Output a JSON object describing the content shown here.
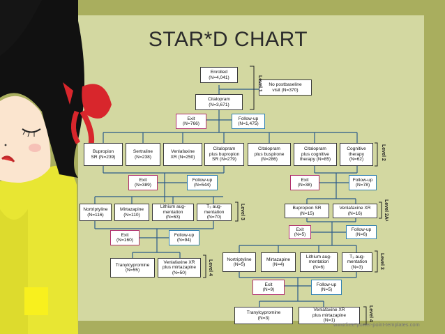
{
  "title": "STAR*D CHART",
  "footer": "www.free-power-point-templates.com",
  "nodes": {
    "enrolled": {
      "l1": "Enrolled",
      "l2": "(N=4,041)"
    },
    "nopost": {
      "l1": "No postbaseline",
      "l2": "visit (N=370)"
    },
    "citalopram": {
      "l1": "Citalopram",
      "l2": "(N=3,671)"
    },
    "exit1": {
      "l1": "Exit",
      "l2": "(N=766)"
    },
    "fu1": {
      "l1": "Follow-up",
      "l2": "(N=1,475)"
    },
    "l2_bup": {
      "l1": "Bupropion",
      "l2": "SR (N=239)"
    },
    "l2_ser": {
      "l1": "Sertraline",
      "l2": "(N=238)"
    },
    "l2_ven": {
      "l1": "Venlafaxine",
      "l2": "XR (N=250)"
    },
    "l2_cpb": {
      "l1": "Citalopram",
      "l2": "plus bupropion",
      "l3": "SR (N=279)"
    },
    "l2_cpbus": {
      "l1": "Citalopram",
      "l2": "plus buspirone",
      "l3": "(N=286)"
    },
    "l2_cpct": {
      "l1": "Citalopram",
      "l2": "plus cognitive",
      "l3": "therapy (N=85)"
    },
    "l2_ct": {
      "l1": "Cognitive",
      "l2": "therapy",
      "l3": "(N=62)"
    },
    "exit2": {
      "l1": "Exit",
      "l2": "(N=389)"
    },
    "fu2": {
      "l1": "Follow-up",
      "l2": "(N=544)"
    },
    "exit2b": {
      "l1": "Exit",
      "l2": "(N=38)"
    },
    "fu2b": {
      "l1": "Follow-up",
      "l2": "(N=78)"
    },
    "l3_nor": {
      "l1": "Nortriptyline",
      "l2": "(N=116)"
    },
    "l3_mir": {
      "l1": "Mirtazapine",
      "l2": "(N=110)"
    },
    "l3_lith": {
      "l1": "Lithium aug-",
      "l2": "mentation",
      "l3": "(N=63)"
    },
    "l3_t3": {
      "l1": "T₃ aug-",
      "l2": "mentation",
      "l3": "(N=70)"
    },
    "l2a_bup": {
      "l1": "Bupropion SR",
      "l2": "(N=15)"
    },
    "l2a_ven": {
      "l1": "Venlafaxine XR",
      "l2": "(N=16)"
    },
    "exit3": {
      "l1": "Exit",
      "l2": "(N=160)"
    },
    "fu3": {
      "l1": "Follow-up",
      "l2": "(N=94)"
    },
    "exit3b": {
      "l1": "Exit",
      "l2": "(N=5)"
    },
    "fu3b": {
      "l1": "Follow-up",
      "l2": "(N=6)"
    },
    "l3b_nor": {
      "l1": "Nortriptyline",
      "l2": "(N=5)"
    },
    "l3b_mir": {
      "l1": "Mirtazapine",
      "l2": "(N=4)"
    },
    "l3b_lith": {
      "l1": "Lithium aug-",
      "l2": "mentation",
      "l3": "(N=6)"
    },
    "l3b_t3": {
      "l1": "T₃ aug-",
      "l2": "mentation",
      "l3": "(N=3)"
    },
    "l4_tra": {
      "l1": "Tranylcypromine",
      "l2": "(N=55)"
    },
    "l4_ven": {
      "l1": "Venlafaxine XR",
      "l2": "plus mirtazapine",
      "l3": "(N=50)"
    },
    "exit4": {
      "l1": "Exit",
      "l2": "(N=9)"
    },
    "fu4": {
      "l1": "Follow-up",
      "l2": "(N=5)"
    },
    "l4b_tra": {
      "l1": "Tranylcypromine",
      "l2": "(N=3)"
    },
    "l4b_ven": {
      "l1": "Venlafaxine XR",
      "l2": "plus mirtazapine",
      "l3": "(N=1)"
    }
  },
  "levels": {
    "level1": "Level 1",
    "level2": "Level 2",
    "level3": "Level 3",
    "level4": "Level 4",
    "level2a": "Level 2Aᵃ",
    "level3b": "Level 3",
    "level4b": "Level 4"
  },
  "colors": {
    "background": "#a9ae5e",
    "panel": "#d3d8a1",
    "exit_border": "#b0306e",
    "followup_border": "#2e7fb0",
    "arrow": "#2a5a8a"
  }
}
